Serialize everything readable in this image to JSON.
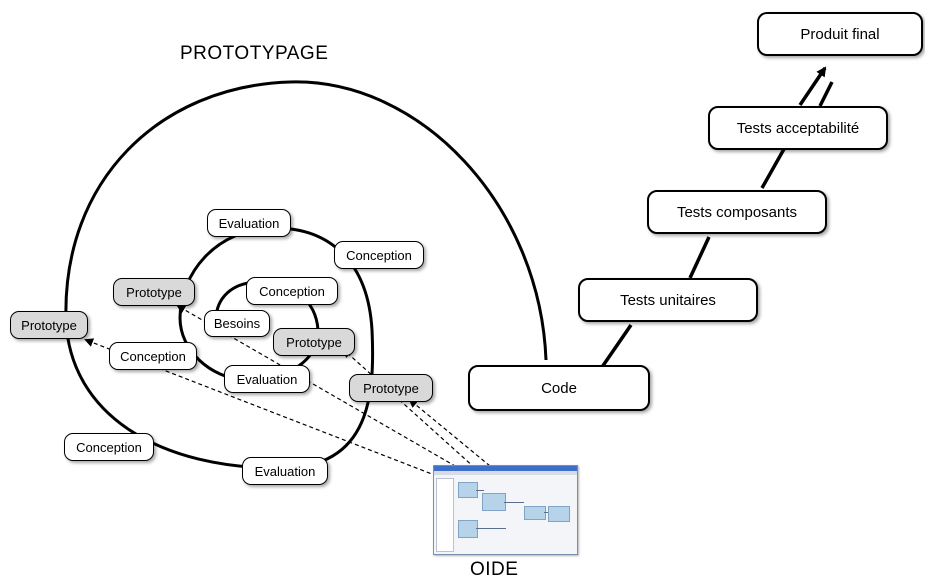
{
  "titles": {
    "prototypage": "PROTOTYPAGE",
    "oide": "OIDE"
  },
  "nodes": {
    "produit_final": "Produit final",
    "tests_acceptabilite": "Tests acceptabilité",
    "tests_composants": "Tests composants",
    "tests_unitaires": "Tests unitaires",
    "code": "Code",
    "evaluation_inner": "Evaluation",
    "conception_upper_right": "Conception",
    "prototype_mid_left": "Prototype",
    "conception_inner": "Conception",
    "besoins": "Besoins",
    "prototype_center": "Prototype",
    "prototype_outer_left": "Prototype",
    "conception_left": "Conception",
    "evaluation_center": "Evaluation",
    "prototype_right": "Prototype",
    "conception_bottom_left": "Conception",
    "evaluation_bottom": "Evaluation"
  },
  "colors": {
    "prototype_fill": "#d9d9d9",
    "node_fill": "#ffffff",
    "line": "#000000"
  },
  "thumbnail": {
    "icon": "oide-application-screenshot"
  }
}
